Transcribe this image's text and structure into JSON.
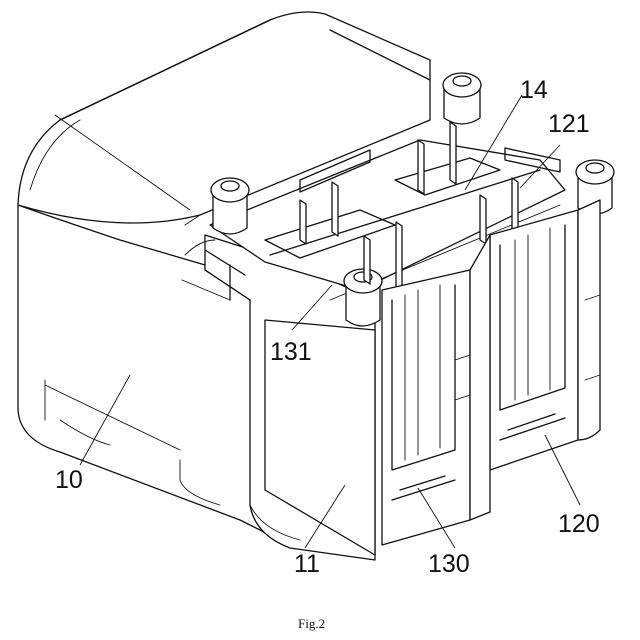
{
  "figure": {
    "caption": "Fig.2",
    "reference_numerals": {
      "n10": "10",
      "n11": "11",
      "n14": "14",
      "n120": "120",
      "n121": "121",
      "n130": "130",
      "n131": "131"
    }
  }
}
